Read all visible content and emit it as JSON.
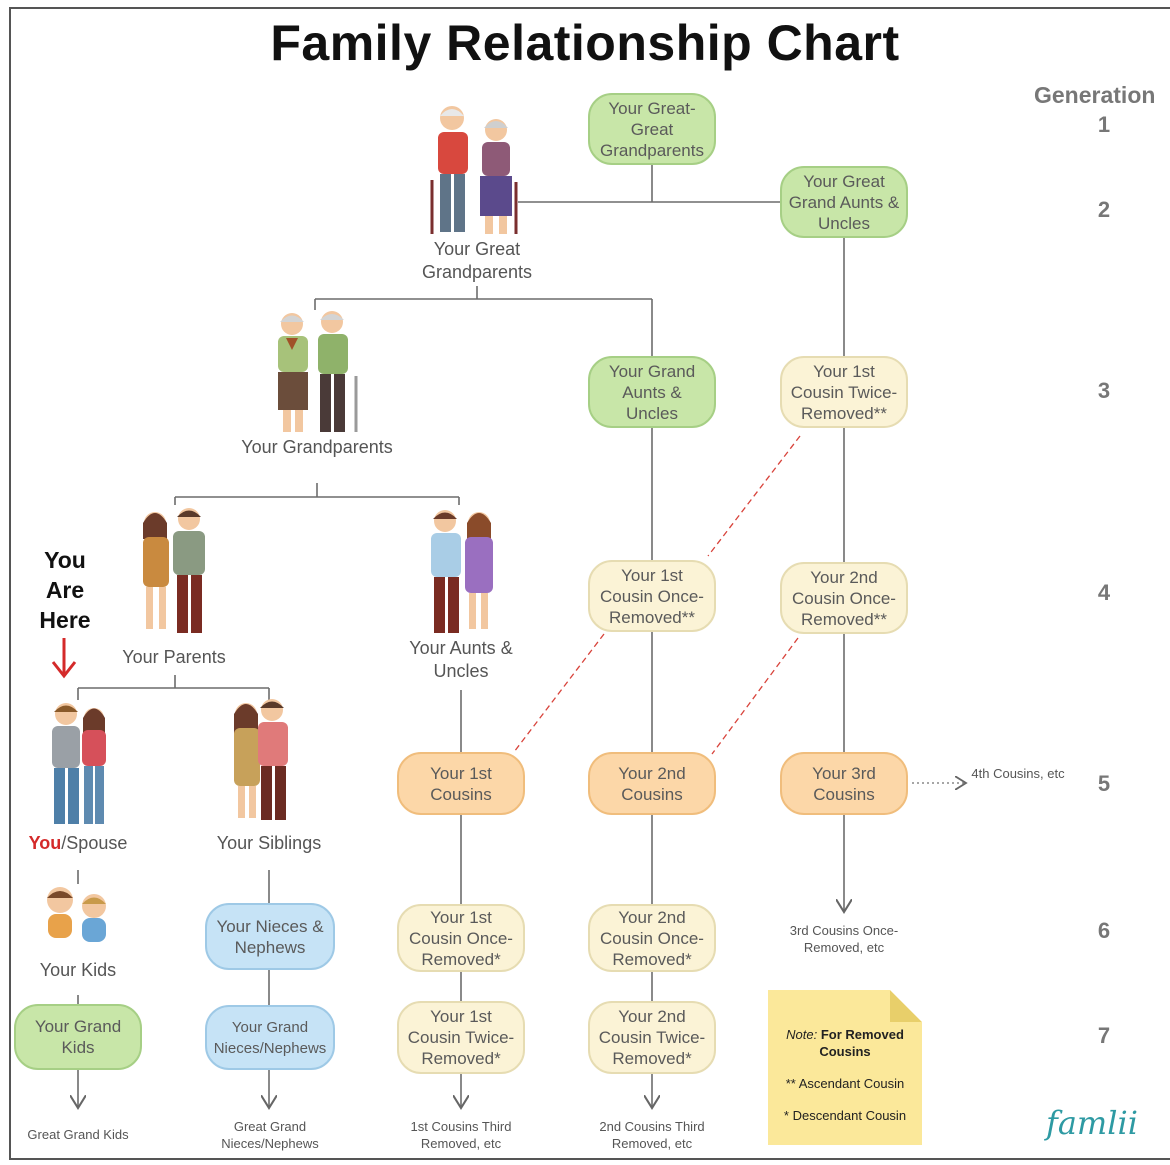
{
  "title": "Family Relationship Chart",
  "generation": {
    "heading": "Generation",
    "numbers": [
      "1",
      "2",
      "3",
      "4",
      "5",
      "6",
      "7"
    ]
  },
  "you_are_here": [
    "You",
    "Are",
    "Here"
  ],
  "figure_labels": {
    "great_grandparents": "Your Great Grandparents",
    "grandparents": "Your Grandparents",
    "parents": "Your Parents",
    "aunts_uncles": "Your Aunts & Uncles",
    "you": "You",
    "spouse": "/Spouse",
    "siblings": "Your Siblings",
    "kids": "Your Kids"
  },
  "nodes": {
    "great_great_grandparents": "Your Great-Great Grandparents",
    "great_grand_aunts_uncles": "Your Great Grand Aunts & Uncles",
    "grand_aunts_uncles": "Your Grand Aunts & Uncles",
    "first_cousin_twice_removed_asc": "Your 1st Cousin Twice-Removed**",
    "first_cousin_once_removed_asc": "Your 1st Cousin Once-Removed**",
    "second_cousin_once_removed_asc": "Your 2nd Cousin Once-Removed**",
    "first_cousins": "Your 1st Cousins",
    "second_cousins": "Your 2nd Cousins",
    "third_cousins": "Your 3rd Cousins",
    "nieces_nephews": "Your Nieces & Nephews",
    "first_cousin_once_removed_desc": "Your 1st Cousin Once-Removed*",
    "second_cousin_once_removed_desc": "Your 2nd Cousin Once-Removed*",
    "grand_kids": "Your Grand Kids",
    "grand_nieces_nephews": "Your Grand Nieces/Nephews",
    "first_cousin_twice_removed_desc": "Your 1st Cousin Twice-Removed*",
    "second_cousin_twice_removed_desc": "Your 2nd Cousin Twice-Removed*"
  },
  "small_labels": {
    "fourth_cousins": "4th Cousins, etc",
    "third_cousins_once_removed": "3rd Cousins Once-Removed, etc",
    "great_grand_kids": "Great Grand Kids",
    "great_grand_nieces_nephews": "Great Grand Nieces/Nephews",
    "first_cousins_third_removed": "1st Cousins Third Removed, etc",
    "second_cousins_third_removed": "2nd Cousins Third Removed, etc"
  },
  "note": {
    "prefix": "Note:",
    "title": "For Removed Cousins",
    "ascendant": "** Ascendant Cousin",
    "descendant": "* Descendant Cousin"
  },
  "brand": "famlii",
  "colors": {
    "green": "#c8e6a8",
    "cream": "#fbf3d6",
    "orange": "#fcd7a8",
    "blue": "#c6e3f6",
    "note": "#fbe89a",
    "you_red": "#d42a2a",
    "brand": "#2e9aa3"
  }
}
